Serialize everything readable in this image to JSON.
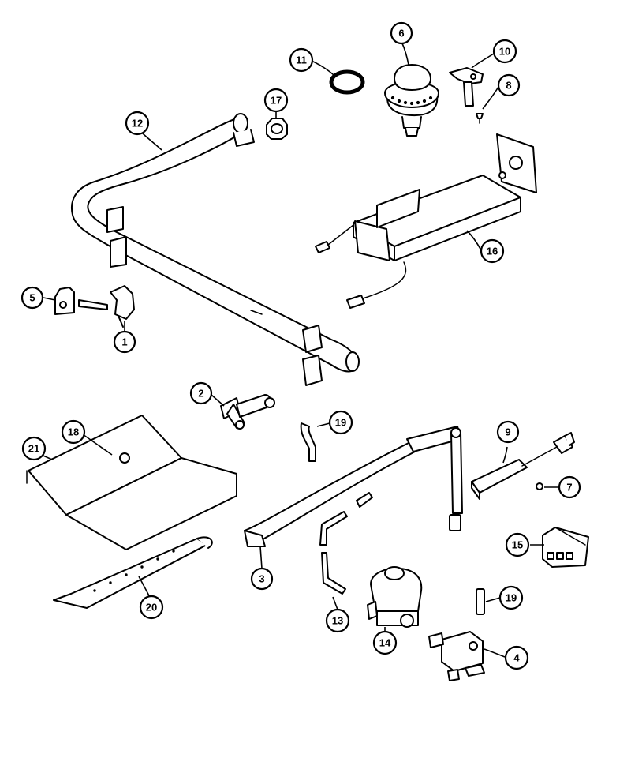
{
  "callouts": {
    "c1": "1",
    "c2": "2",
    "c3": "3",
    "c4": "4",
    "c5": "5",
    "c6": "6",
    "c7": "7",
    "c8": "8",
    "c9": "9",
    "c10": "10",
    "c11": "11",
    "c12": "12",
    "c13": "13",
    "c14": "14",
    "c15": "15",
    "c16": "16",
    "c17": "17",
    "c18": "18",
    "c19a": "19",
    "c19b": "19",
    "c20": "20",
    "c21": "21"
  }
}
